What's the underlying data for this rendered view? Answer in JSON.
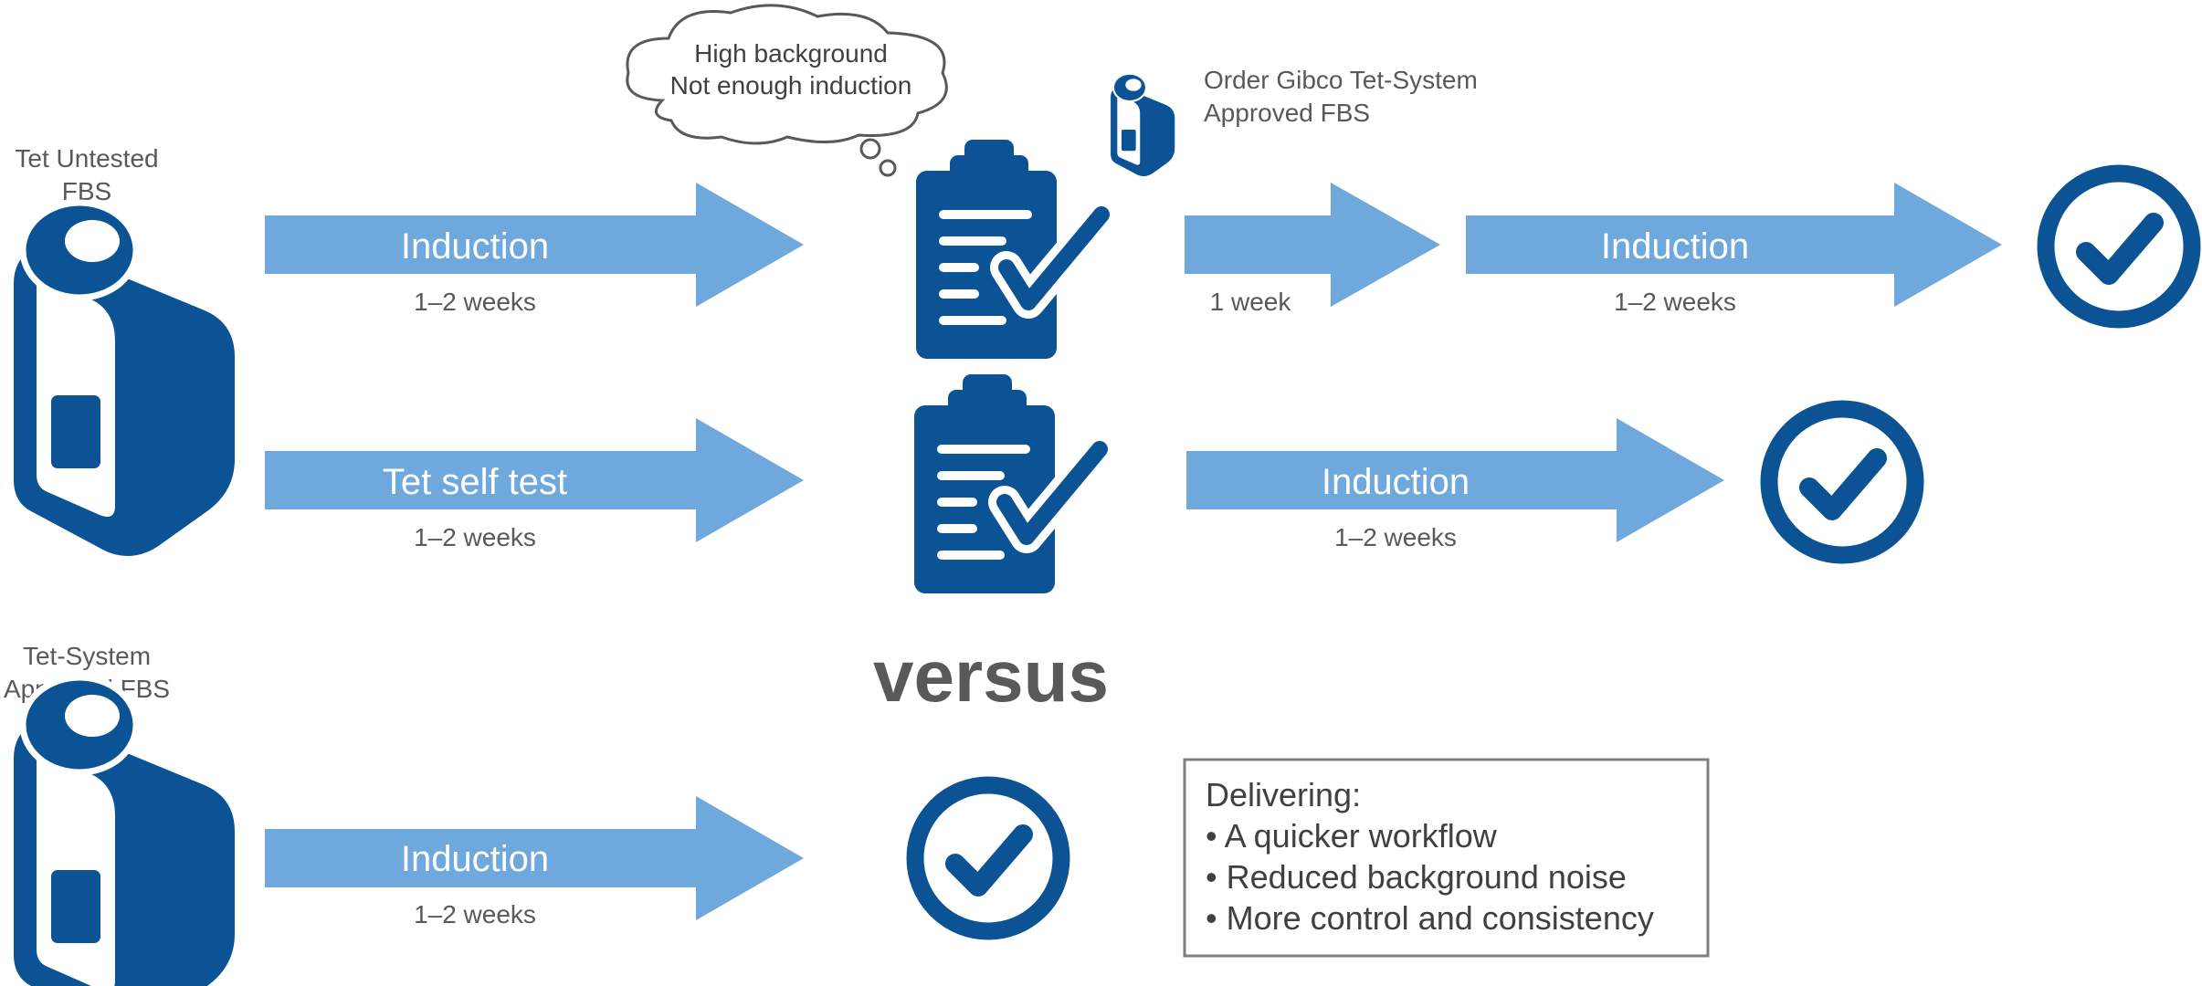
{
  "colors": {
    "arrow": "#6fa8dc",
    "icon": "#0b5394",
    "text_gray": "#595959",
    "box_border": "#7f7f7f",
    "cloud_fill": "#ffffff"
  },
  "icons": {
    "bottle": "fbs-bottle-icon",
    "clipboard": "clipboard-check-icon",
    "check": "check-circle-icon"
  },
  "top_bottle": {
    "line1": "Tet Untested",
    "line2": "FBS"
  },
  "bottom_bottle": {
    "line1": "Tet-System",
    "line2": "Approved FBS"
  },
  "thought_cloud": {
    "line1": "High background",
    "line2": "Not enough induction"
  },
  "order_note": {
    "line1": "Order Gibco Tet-System",
    "line2": "Approved FBS"
  },
  "row1": {
    "arrow1_label": "Induction",
    "arrow1_duration": "1–2 weeks",
    "arrow2_duration": "1 week",
    "arrow3_label": "Induction",
    "arrow3_duration": "1–2 weeks"
  },
  "row2": {
    "arrow1_label": "Tet self test",
    "arrow1_duration": "1–2 weeks",
    "arrow2_label": "Induction",
    "arrow2_duration": "1–2 weeks"
  },
  "versus": "versus",
  "row3": {
    "arrow1_label": "Induction",
    "arrow1_duration": "1–2 weeks"
  },
  "benefits_box": {
    "heading": "Delivering:",
    "items": [
      "• A quicker workflow",
      "• Reduced background noise",
      "• More control and consistency"
    ]
  }
}
